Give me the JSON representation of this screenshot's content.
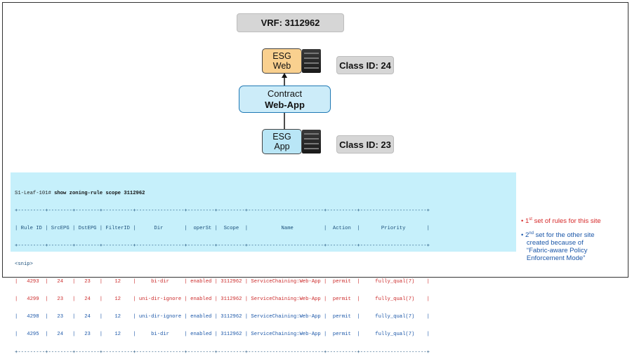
{
  "vrf_label": "VRF: 3112962",
  "esg_web": {
    "line1": "ESG",
    "line2": "Web"
  },
  "esg_app": {
    "line1": "ESG",
    "line2": "App"
  },
  "class_web": "Class ID: 24",
  "class_app": "Class ID: 23",
  "contract": {
    "line1": "Contract",
    "line2": "Web-App"
  },
  "cli": {
    "prompt": "S1-Leaf-101# ",
    "command": "show zoning-rule scope 3112962",
    "sep": "+---------+--------+--------+----------+----------------+---------+---------+-------------------------+----------+----------------------+",
    "header": "| Rule ID | SrcEPG | DstEPG | FilterID |      Dir       |  operSt |  Scope  |           Name          |  Action  |       Priority       |",
    "snip": "<snip>",
    "rows": [
      "|   4293  |   24   |   23   |    12    |     bi-dir     | enabled | 3112962 | ServiceChaining:Web-App |  permit  |     fully_qual(7)    |",
      "|   4299  |   23   |   24   |    12    | uni-dir-ignore | enabled | 3112962 | ServiceChaining:Web-App |  permit  |     fully_qual(7)    |",
      "|   4298  |   23   |   24   |    12    | uni-dir-ignore | enabled | 3112962 | ServiceChaining:Web-App |  permit  |     fully_qual(7)    |",
      "|   4295  |   24   |   23   |    12    |     bi-dir     | enabled | 3112962 | ServiceChaining:Web-App |  permit  |     fully_qual(7)    |"
    ]
  },
  "note1": {
    "sup": "st",
    "text": " set of rules for this site",
    "num": "1",
    "color": "#d62a2a"
  },
  "note2": {
    "num": "2",
    "sup": "nd",
    "line1": " set for the other site",
    "line2": "created because of",
    "line3": "“Fabric-aware Policy",
    "line4": "Enforcement Mode”",
    "color": "#1a56a8"
  }
}
